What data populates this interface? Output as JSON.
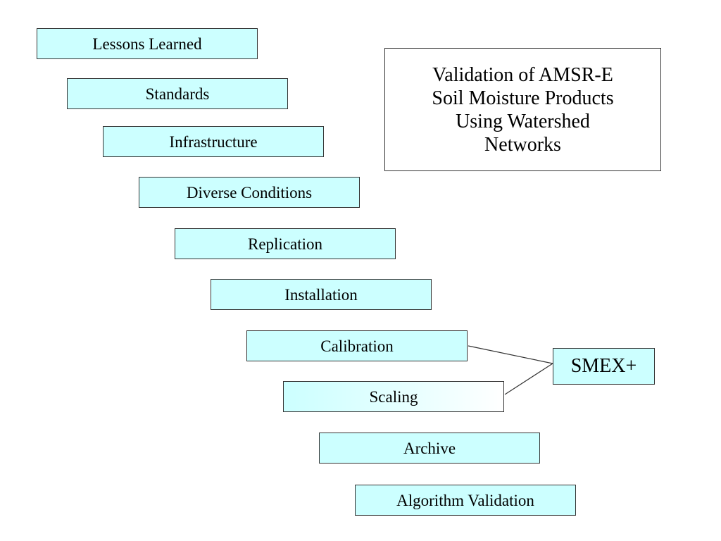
{
  "diagram": {
    "title": "Validation of AMSR-E\nSoil Moisture Products\nUsing Watershed\nNetworks",
    "steps": [
      "Lessons Learned",
      "Standards",
      "Infrastructure",
      "Diverse Conditions",
      "Replication",
      "Installation",
      "Calibration",
      "Scaling",
      "Archive",
      "Algorithm Validation"
    ],
    "callout": "SMEX+",
    "callout_links": [
      "Calibration",
      "Scaling"
    ],
    "colors": {
      "box_fill": "#ccffff",
      "border": "#333333",
      "text": "#000000",
      "background": "#ffffff"
    }
  }
}
